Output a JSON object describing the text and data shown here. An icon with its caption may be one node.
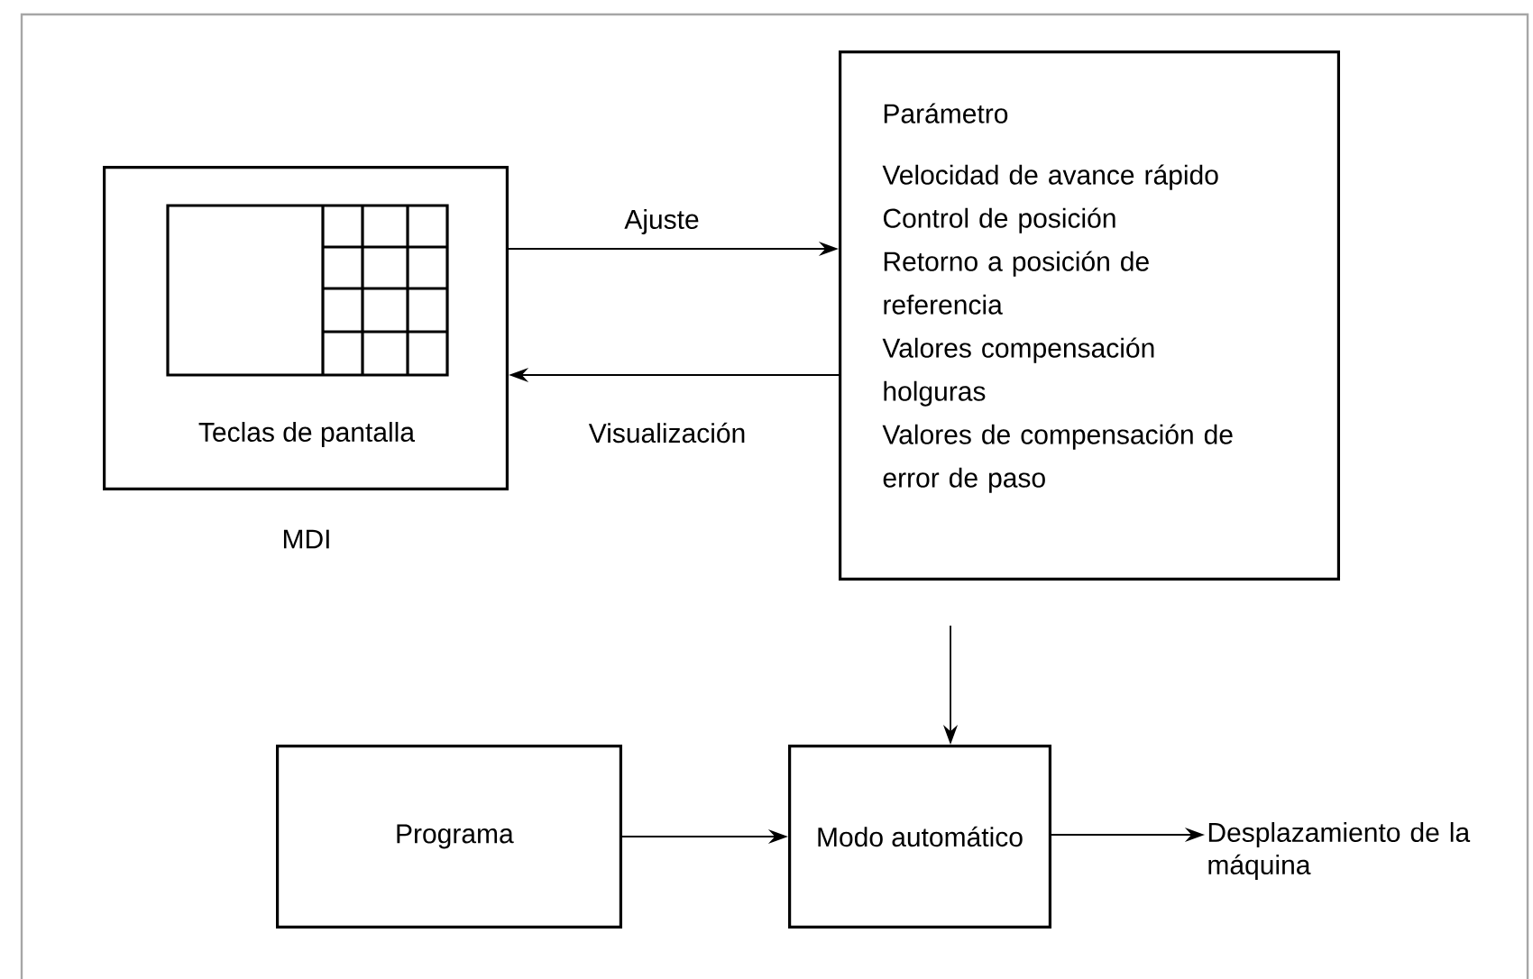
{
  "diagram": {
    "nodes": [
      {
        "text": [
          "Teclas de pantalla"
        ],
        "beside": [
          "MDI"
        ]
      },
      {
        "text": [
          "Parámetro",
          "Velocidad de avance rápido",
          "Control de posición",
          "Retorno a posición de referencia",
          "Valores compensación holguras",
          "Valores de compensación de error de paso"
        ]
      },
      {
        "text": [
          "Programa"
        ]
      },
      {
        "text": [
          "Modo automático"
        ]
      },
      {
        "text": [
          "Desplazamiento de la máquina"
        ]
      }
    ],
    "edges": [
      {
        "from": 0,
        "to": 1,
        "arrow": "to",
        "label": "Ajuste"
      },
      {
        "from": 1,
        "to": 0,
        "arrow": "to",
        "label": "Visualización"
      },
      {
        "from": null,
        "to": 3,
        "arrow": "to"
      },
      {
        "from": 2,
        "to": 3,
        "arrow": "to"
      },
      {
        "from": 3,
        "to": 4,
        "arrow": "to"
      }
    ]
  }
}
